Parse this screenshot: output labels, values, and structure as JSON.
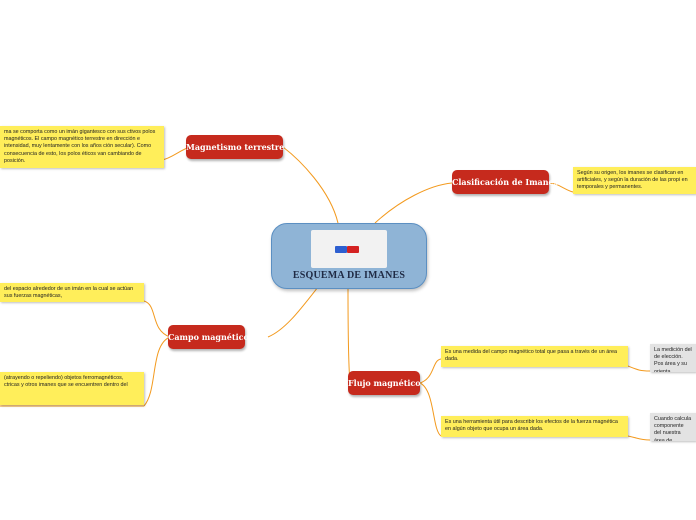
{
  "central": {
    "title": "ESQUEMA DE IMANES",
    "image": "magnet-image"
  },
  "topics": {
    "magnetismo": "Magnetismo terrestre",
    "clasificacion": "Clasificación de Imanes",
    "campo": "Campo magnético",
    "flujo": "Flujo magnético"
  },
  "notes": {
    "magnetismo": "ma se comporta como un imán gigantesco con sus ctivos polos magnéticos. El campo magnético terrestre en dirección e intensidad, muy lentamente con los años ción secular). Como consecuencia de esto, los polos éticos van cambiando de posición.",
    "clasificacion": "Según su origen, los imanes se clasifican en artificiales, y según la duración de las propi en temporales y permanentes.",
    "campo1": "del espacio alrededor de un imán en la cual se actúan sus fuerzas magnéticas,",
    "campo2": "(atrayendo o repeliendo) objetos ferromagnéticos, ctricas y otros imanes que se encuentren dentro del",
    "flujo1": "Es una medida del campo magnético total que pasa a través de un área dada.",
    "flujo2": "Es una herramienta útil para describir los efectos de la fuerza magnética en algún objeto que ocupa un área dada.",
    "flujo1_detail": "La medición del de elección. Pos área y su orienta",
    "flujo2_detail": "Cuando calcula componente del nuestra área de"
  },
  "colors": {
    "topic": "#c62a1d",
    "note": "#ffee5a",
    "note_grey": "#e3e3e3",
    "link": "#f39a1e",
    "central": "#8fb4d6"
  }
}
